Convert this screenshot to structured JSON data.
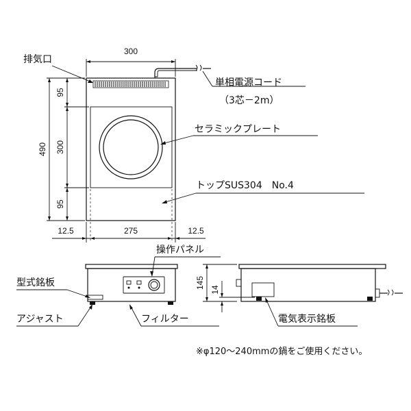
{
  "dimensions": {
    "width_300": "300",
    "depth_490": "490",
    "top_95": "95",
    "plate_300": "300",
    "bottom_95": "95",
    "left_12_5": "12.5",
    "mid_275": "275",
    "right_12_5": "12.5",
    "height_145": "145",
    "foot_14": "14"
  },
  "labels": {
    "exhaust": "排気口",
    "power_cord": "単相電源コード",
    "cord_spec": "（3芯－2m）",
    "ceramic_plate": "セラミックプレート",
    "top": "トップSUS304　No.4",
    "control_panel": "操作パネル",
    "model_plate": "型式銘板",
    "adjust": "アジャスト",
    "filter": "フィルター",
    "electric_plate": "電気表示銘板"
  },
  "note": "※φ120～240mmの鍋をご使用ください。"
}
